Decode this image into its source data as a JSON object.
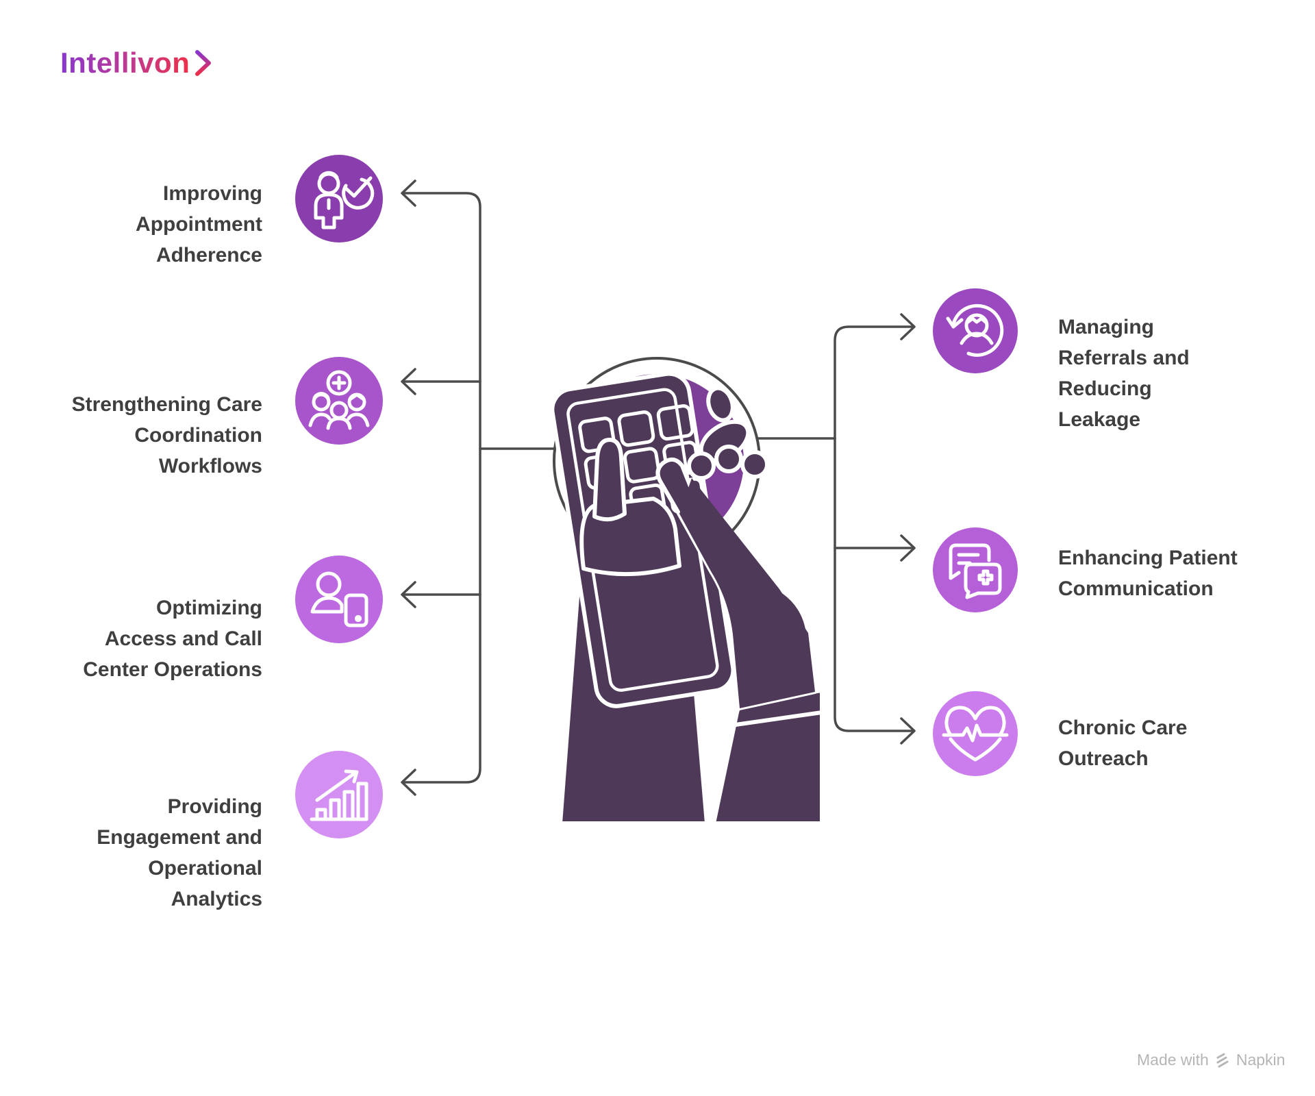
{
  "logo": {
    "text": "Intellivon"
  },
  "footer": {
    "prefix": "Made with",
    "brand": "Napkin"
  },
  "colors": {
    "connector": "#4b4b4b",
    "text": "#3f3f3f",
    "center_circle": "#7d3f98",
    "hands": "#4e3a58",
    "logo_gradient_start": "#8936cf",
    "logo_gradient_end": "#ed2f49",
    "footer_gray": "#b5b5b5"
  },
  "center": {
    "description": "hands holding phone with keypad on purple circle"
  },
  "items_left": [
    {
      "label": "Improving\nAppointment\nAdherence",
      "icon": "person-check-icon",
      "circle_color": "#8a3dac"
    },
    {
      "label": "Strengthening Care\nCoordination\nWorkflows",
      "icon": "care-team-plus-icon",
      "circle_color": "#a855cb"
    },
    {
      "label": "Optimizing\nAccess and Call\nCenter Operations",
      "icon": "person-device-icon",
      "circle_color": "#bc69e2"
    },
    {
      "label": "Providing\nEngagement and\nOperational\nAnalytics",
      "icon": "growth-chart-icon",
      "circle_color": "#d38ff2"
    }
  ],
  "items_right": [
    {
      "label": "Managing\nReferrals and\nReducing\nLeakage",
      "icon": "patient-referral-cycle-icon",
      "circle_color": "#9b49c0"
    },
    {
      "label": "Enhancing Patient\nCommunication",
      "icon": "medical-chat-icon",
      "circle_color": "#b560d8"
    },
    {
      "label": "Chronic Care\nOutreach",
      "icon": "heart-pulse-icon",
      "circle_color": "#cb7ded"
    }
  ]
}
